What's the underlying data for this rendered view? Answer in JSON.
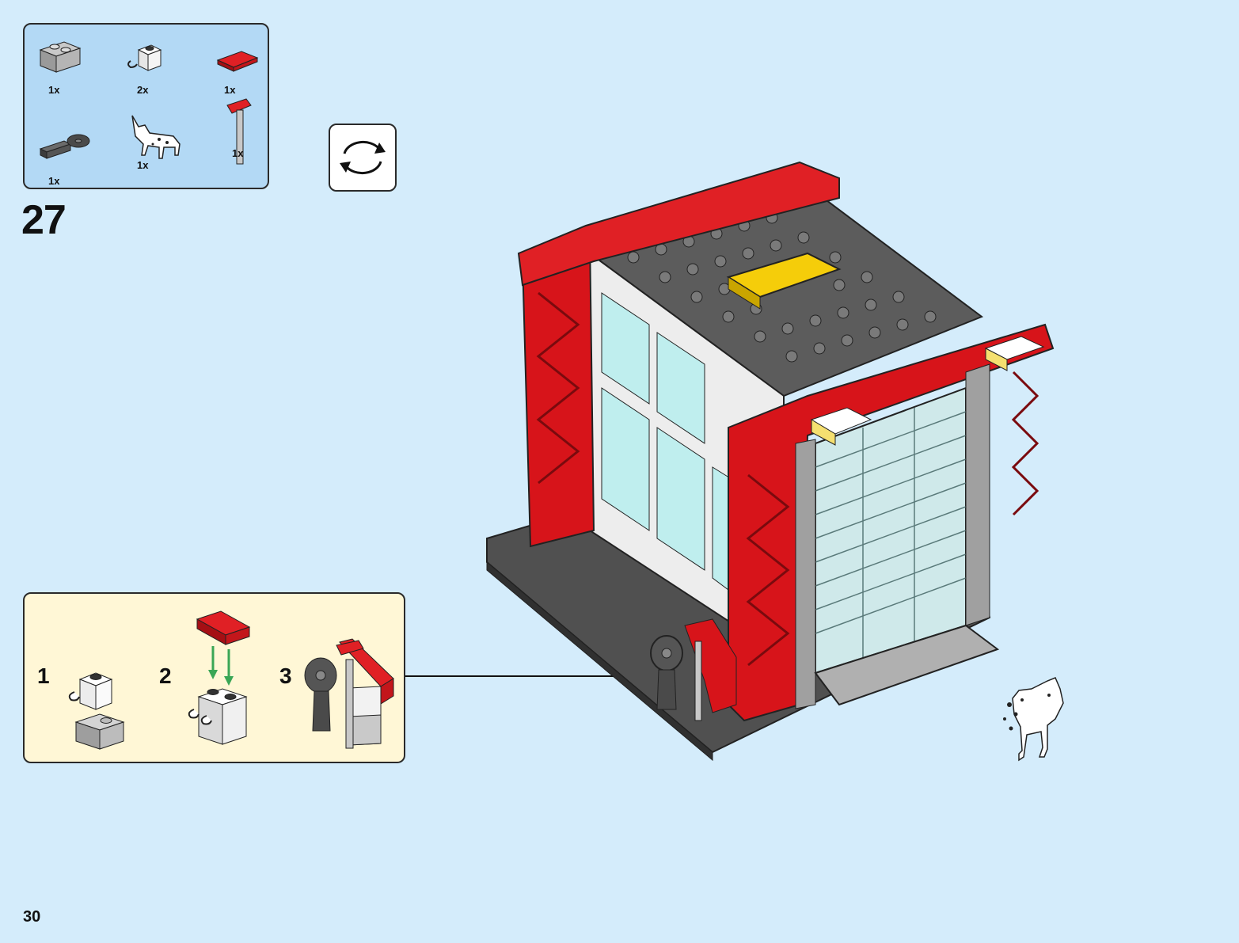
{
  "page": {
    "number": "30",
    "background": "#d4ecfb"
  },
  "step": {
    "number": "27"
  },
  "parts": [
    {
      "name": "gray-brick-1x2",
      "qty": "1x",
      "color": "#a7a7a7"
    },
    {
      "name": "white-brick-clip",
      "qty": "2x",
      "color": "#ffffff"
    },
    {
      "name": "red-tile-1x2",
      "qty": "1x",
      "color": "#d7141a"
    },
    {
      "name": "dark-gray-saw-element",
      "qty": "1x",
      "color": "#555555"
    },
    {
      "name": "dalmatian-dog",
      "qty": "1x",
      "color": "#ffffff"
    },
    {
      "name": "red-axe-tool",
      "qty": "1x",
      "color": "#d7141a"
    }
  ],
  "subassembly": {
    "steps": [
      {
        "number": "1"
      },
      {
        "number": "2"
      },
      {
        "number": "3"
      }
    ],
    "arrow_color": "#3aa655"
  },
  "colors": {
    "red": "#d7141a",
    "light_gray": "#bdbdbd",
    "dark_gray": "#555555",
    "glass": "#bfeeee",
    "yellow": "#f5cd0a",
    "panel_blue": "#b3d9f5",
    "panel_cream": "#fff7d6"
  },
  "icons": {
    "rotate": "rotate-model-icon"
  }
}
